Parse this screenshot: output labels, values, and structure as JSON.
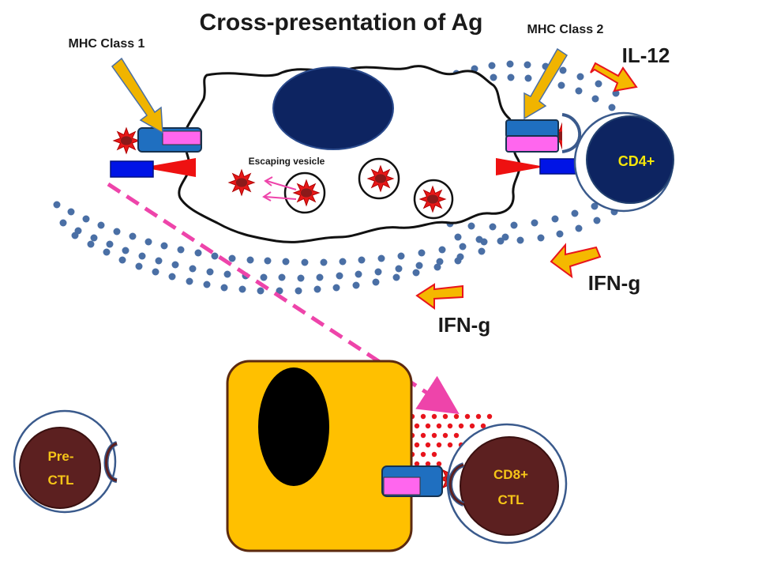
{
  "title": "Cross-presentation of Ag",
  "labels": {
    "mhc_class_1": "MHC Class 1",
    "mhc_class_2": "MHC Class 2",
    "il12": "IL-12",
    "cd4": "CD4+",
    "escaping_vesicle": "Escaping vesicle",
    "ifn_g_upper": "IFN-g",
    "ifn_g_lower": "IFN-g",
    "pre_ctl_line1": "Pre-",
    "pre_ctl_line2": "CTL",
    "cd8_line1": "CD8+",
    "cd8_line2": "CTL"
  },
  "colors": {
    "title": "#1a1a1a",
    "dot_blue": "#4a6fa5",
    "dot_red": "#e8141c",
    "arrow_fill": "#f5b800",
    "arrow_stroke": "#e8141c",
    "mhc_arrow_fill": "#f0b400",
    "nucleus": "#0d2461",
    "cd4_cell": "#0d2461",
    "cd4_text": "#f5e60a",
    "ctl_cell": "#5c2020",
    "ctl_ring": "#3a5a8c",
    "ctl_text": "#f5c518",
    "target_cell": "#ffc000",
    "target_nucleus": "#000000",
    "pink": "#ff66ee",
    "receptor_blue": "#1f6fc0",
    "tcr_blue": "#0014e6",
    "red_wedge": "#ee1111",
    "dashed_line": "#ee44aa",
    "antigen_star": "#e81818",
    "antigen_core": "#8b1a1a"
  }
}
